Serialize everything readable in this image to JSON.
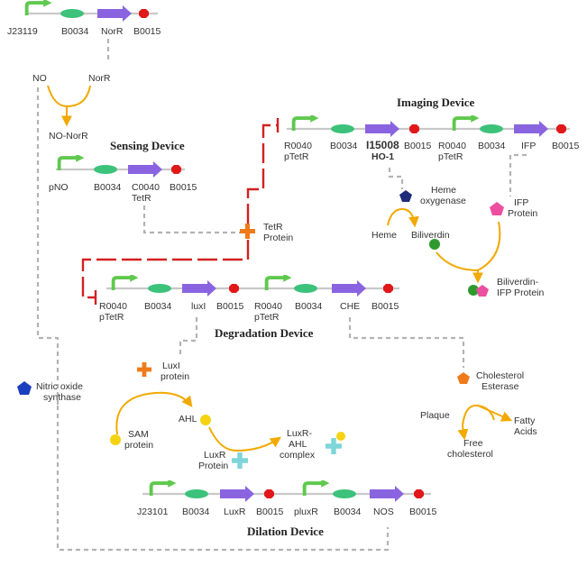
{
  "colors": {
    "promoter": "#5fc94e",
    "rbs": "#3cc27a",
    "cds": "#8a64e0",
    "terminator": "#e0181a",
    "inhibit": "#d42020",
    "reaction": "#f2a900",
    "link": "#b3b3b3"
  },
  "top_device": {
    "parts": [
      "J23119",
      "B0034",
      "NorR",
      "B0015"
    ]
  },
  "norr_reaction": {
    "left": "NO",
    "right": "NorR",
    "product": "NO-NorR"
  },
  "sensing_device": {
    "title": "Sensing Device",
    "parts": [
      "pNO",
      "B0034",
      "C0040\nTetR",
      "B0015"
    ]
  },
  "tetr_protein": {
    "label": "TetR\nProtein",
    "icon": "orange-cross"
  },
  "imaging_device": {
    "title": "Imaging Device",
    "parts": [
      "R0040\npTetR",
      "B0034",
      "I15008\nHO-1",
      "B0015",
      "R0040\npTetR",
      "B0034",
      "IFP",
      "B0015"
    ]
  },
  "imaging_reaction": {
    "enzyme": "Heme\noxygenase",
    "substrate": "Heme",
    "product": "Biliverdin",
    "ifp": "IFP\nProtein",
    "complex": "Biliverdin-\nIFP Protein"
  },
  "degradation_device": {
    "title": "Degradation Device",
    "parts": [
      "R0040\npTetR",
      "B0034",
      "luxI",
      "B0015",
      "R0040\npTetR",
      "B0034",
      "CHE",
      "B0015"
    ]
  },
  "luxi_protein": {
    "label": "LuxI\nprotein"
  },
  "cholesterol": {
    "enzyme": "Cholesterol\nEsterase",
    "substrate": "Plaque",
    "product_a": "Fatty\nAcids",
    "product_b": "Free\ncholesterol"
  },
  "nitric_oxide_synthase": {
    "label": "Nitric oxide\nsynthase"
  },
  "quorum": {
    "sam": "SAM\nprotein",
    "ahl": "AHL",
    "luxr": "LuxR\nProtein",
    "complex": "LuxR-\nAHL\ncomplex"
  },
  "dilation_device": {
    "title": "Dilation Device",
    "parts": [
      "J23101",
      "B0034",
      "LuxR",
      "B0015",
      "pluxR",
      "B0034",
      "NOS",
      "B0015"
    ]
  }
}
